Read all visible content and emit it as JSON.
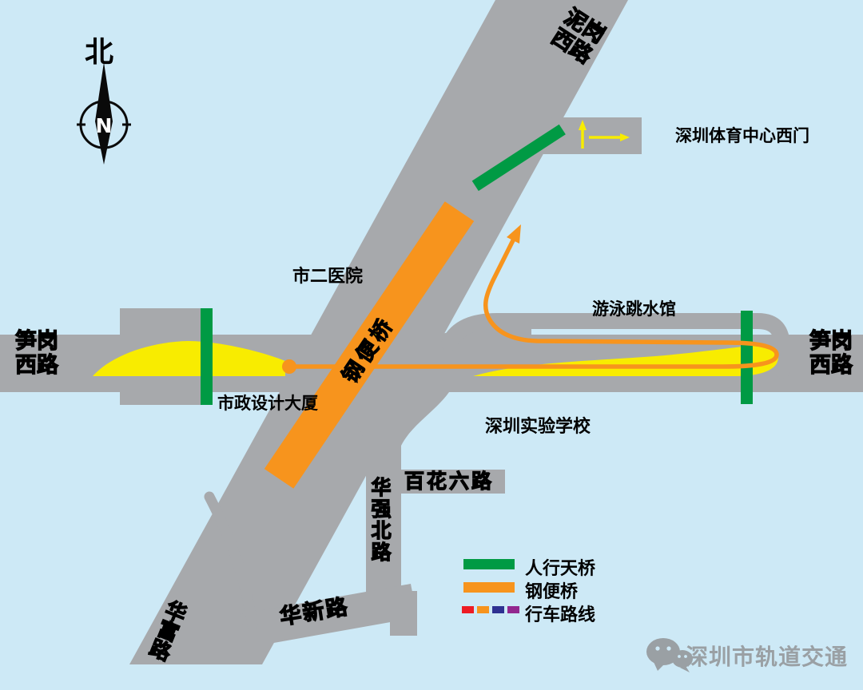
{
  "colors": {
    "bg": "#cde9f6",
    "road": "#a7a9ac",
    "lane": "#f8ec00",
    "green": "#009a44",
    "steel": "#f7941d",
    "watermark": "#9aa0a4"
  },
  "compass": {
    "label": "北",
    "letter": "N"
  },
  "roads": {
    "nigang_xilu": {
      "line1": "泥岗",
      "line2": "西路"
    },
    "sungang_xilu_left": {
      "line1": "笋岗",
      "line2": "西路"
    },
    "sungang_xilu_right": {
      "line1": "笋岗",
      "line2": "西路"
    },
    "huafu_lu": "华富路",
    "huaxin_lu": "华新路",
    "huaqiang_beilu": "华强北路",
    "baihua_liulu": "百花六路",
    "gangbianqiao": "钢便桥"
  },
  "landmarks": {
    "hospital": "市二医院",
    "design_building": "市政设计大厦",
    "school": "深圳实验学校",
    "natatorium": "游泳跳水馆",
    "stadium_gate": "深圳体育中心西门"
  },
  "legend": {
    "items": [
      {
        "label": "人行天桥",
        "color": "#009a44"
      },
      {
        "label": "钢便桥",
        "color": "#f7941d"
      },
      {
        "label": "行车路线",
        "colors": [
          "#ed1c24",
          "#f7941d",
          "#2e3192",
          "#92278f"
        ]
      }
    ]
  },
  "watermark": {
    "text": "深圳市轨道交通"
  }
}
